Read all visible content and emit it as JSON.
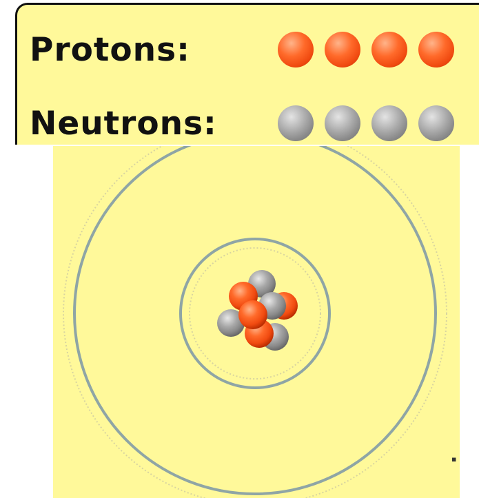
{
  "legend": {
    "protons_label": "Protons:",
    "neutrons_label": "Neutrons:",
    "proton_count": 4,
    "neutron_count": 4
  },
  "atom": {
    "shells": 2,
    "nucleus": {
      "protons": 4,
      "neutrons": 4
    }
  },
  "colors": {
    "background": "#fff99a",
    "shell": "#8fa5a5",
    "proton": "#ff5a1f",
    "neutron": "#9a9a9a",
    "border": "#111111"
  },
  "corner_glyph": "▪"
}
